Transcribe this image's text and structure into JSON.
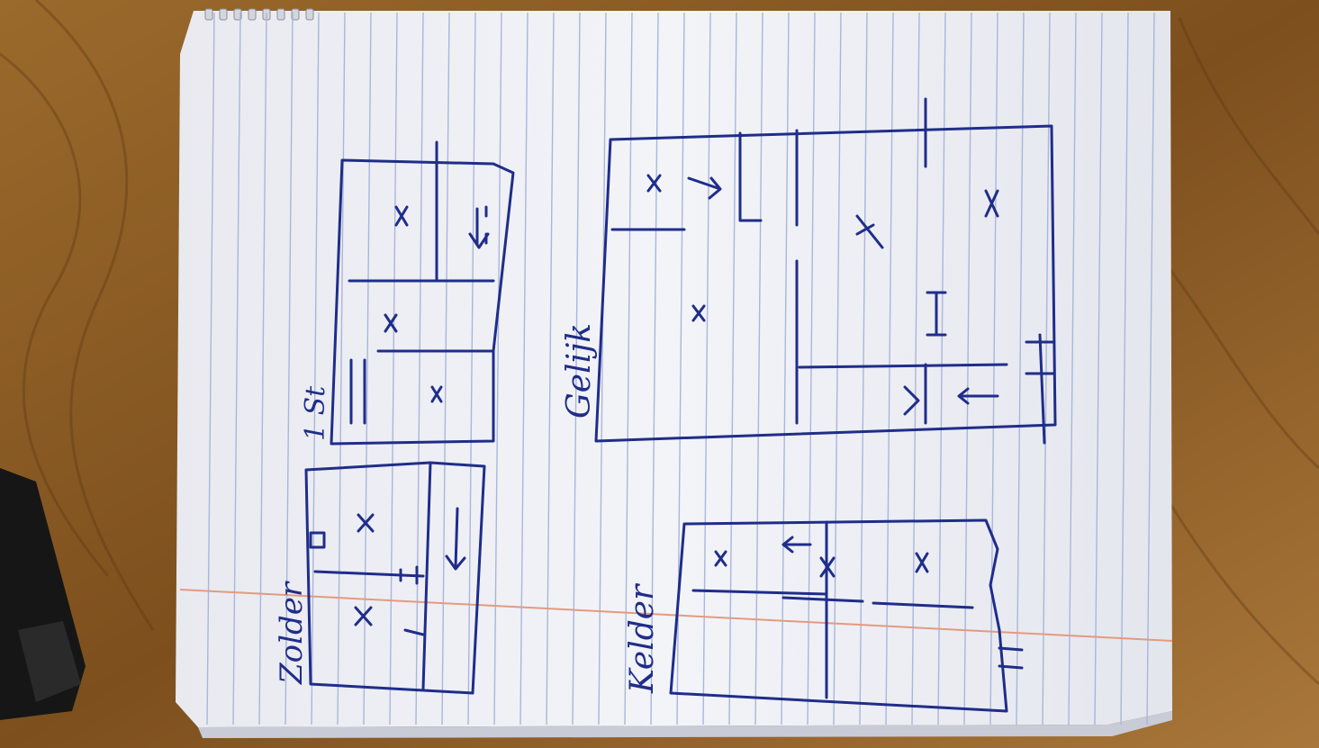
{
  "photo": {
    "subject": "hand-drawn floor plans on a spiral notebook page lying on a wooden table",
    "colors": {
      "table_wood": "#8a5a22",
      "table_wood_dark": "#5a3510",
      "paper": "#f1f2f7",
      "paper_shadow": "#d9dbe4",
      "rule_line": "#aab6da",
      "margin_line": "#e49a80",
      "ink": "#1f2d8a",
      "black_object": "#161616"
    }
  },
  "labels": {
    "plan_top_small": "Zolder",
    "plan_top_right": "1 St",
    "plan_large": "Gelijk",
    "plan_bottom": "Kelder"
  }
}
